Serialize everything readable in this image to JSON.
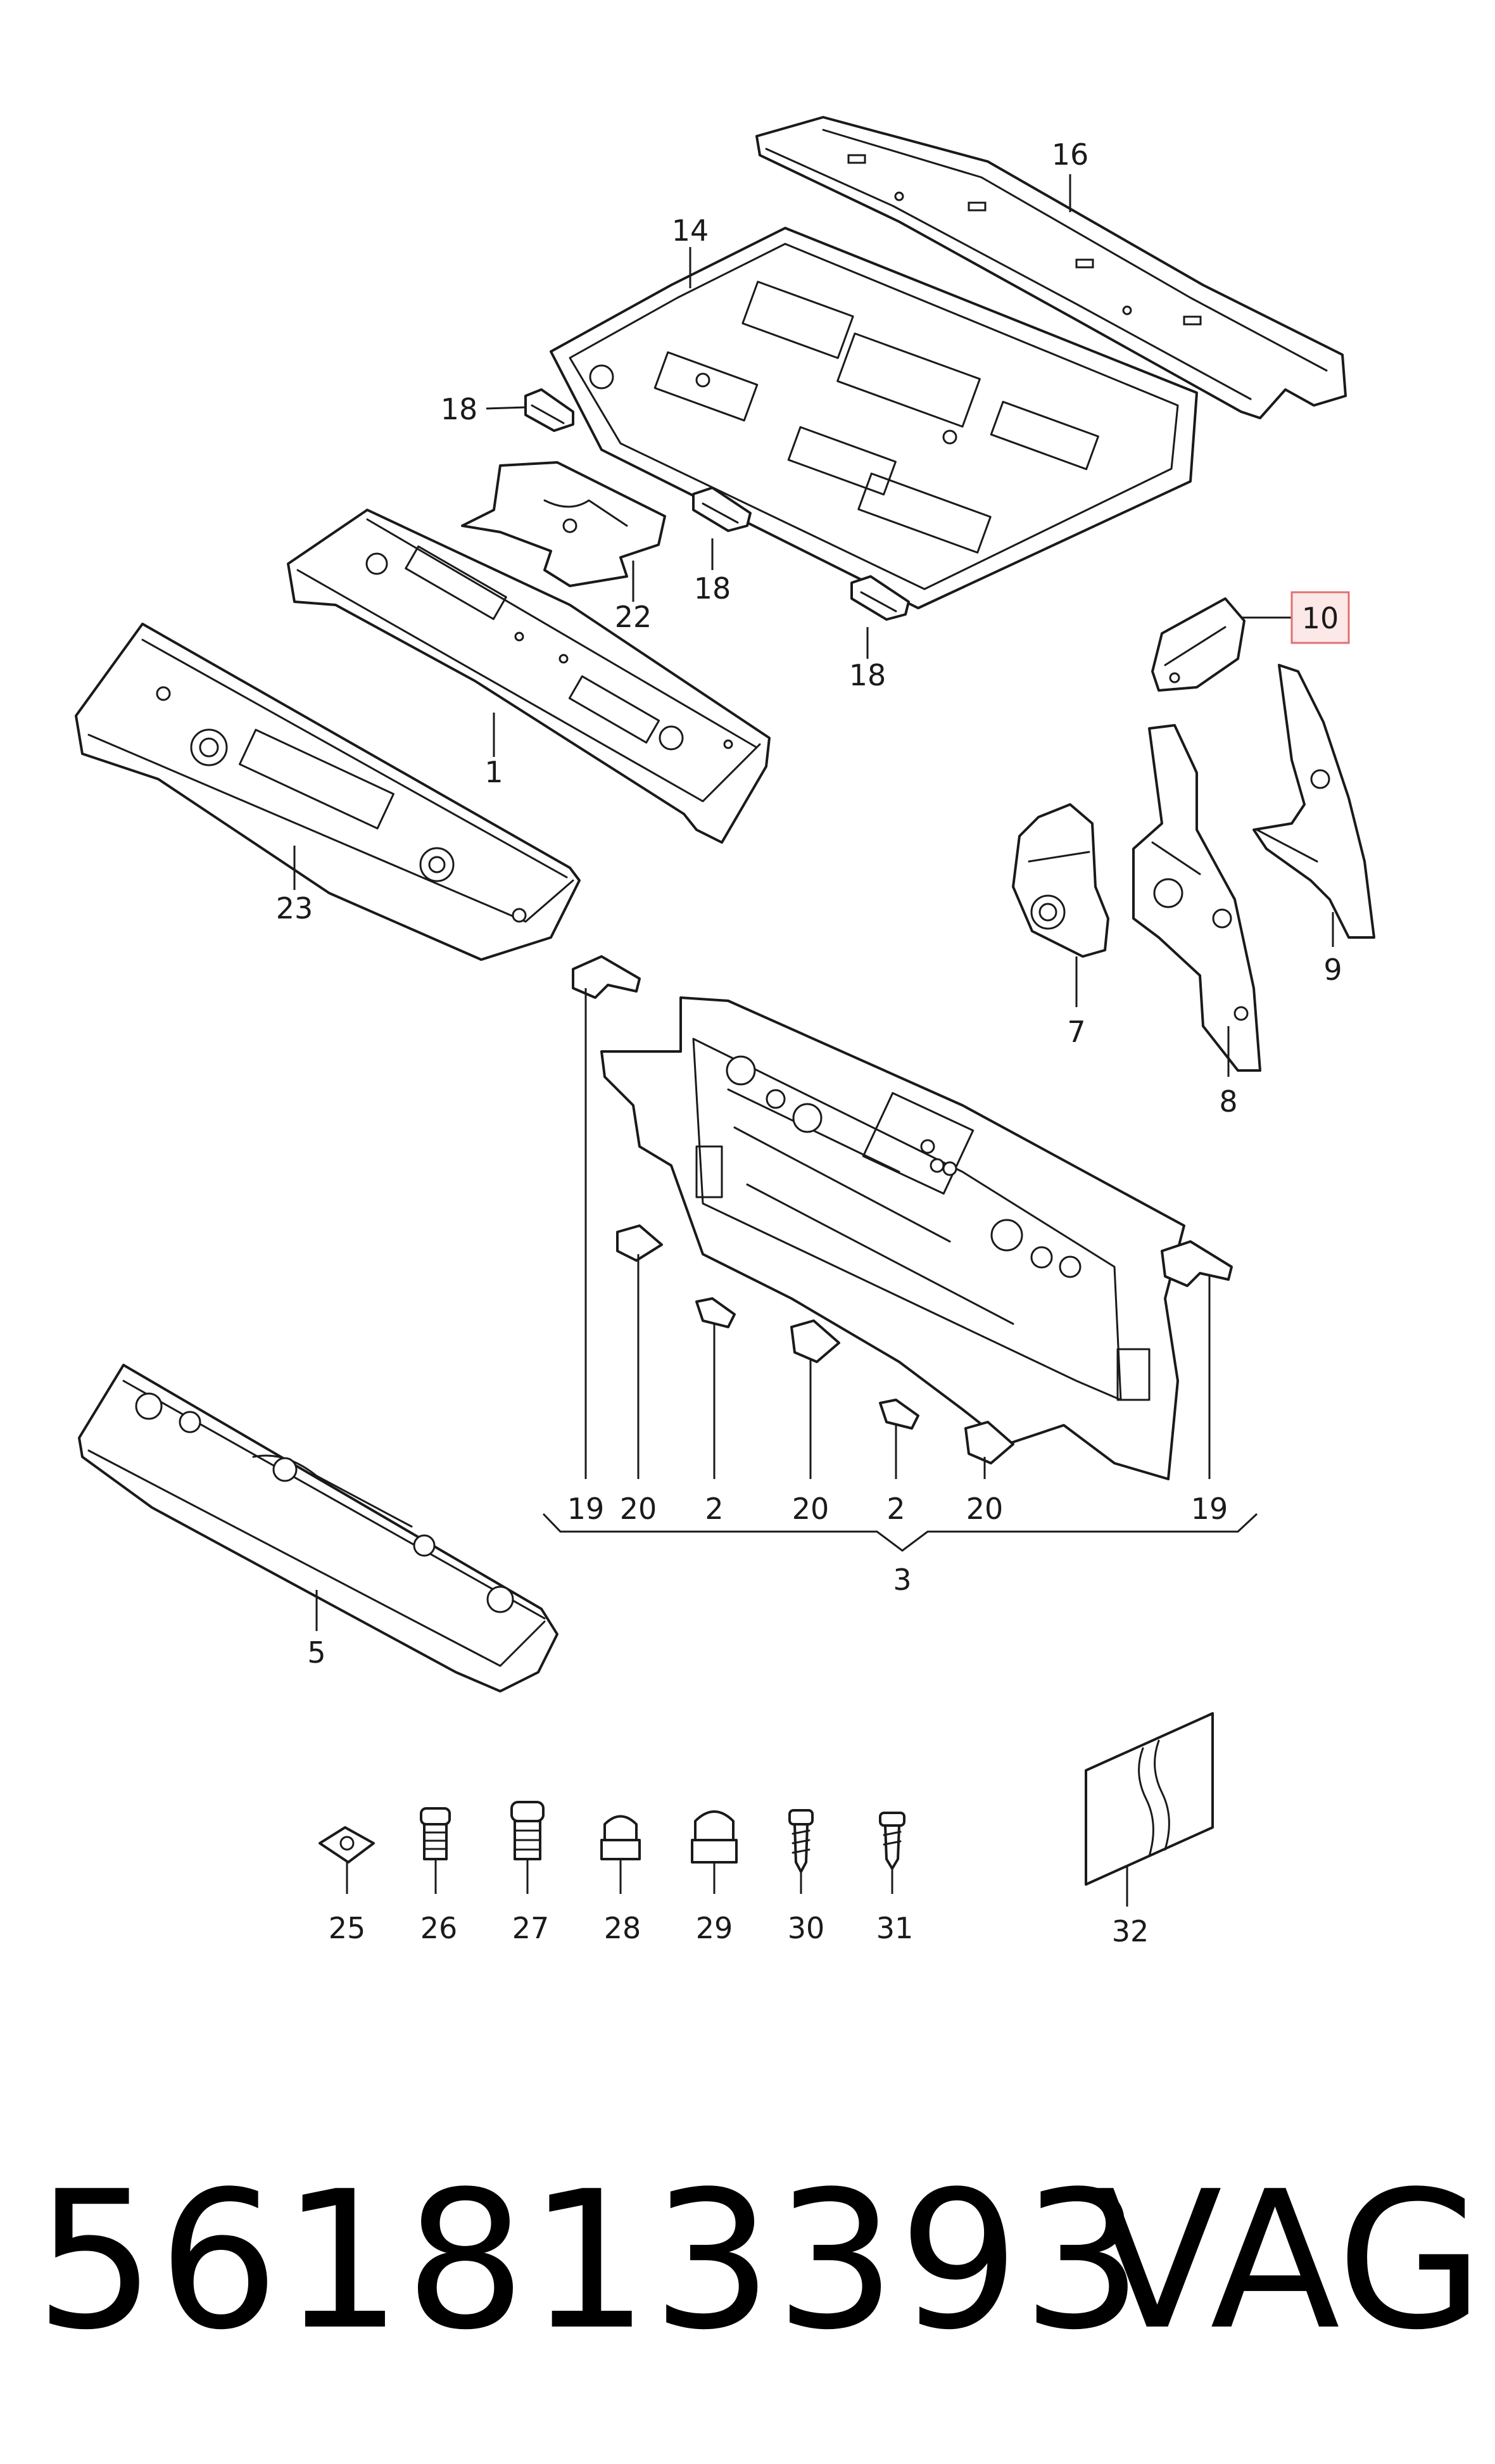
{
  "callouts": {
    "c1": "1",
    "c2a": "2",
    "c2b": "2",
    "c3": "3",
    "c5": "5",
    "c7": "7",
    "c8": "8",
    "c9": "9",
    "c10": "10",
    "c14": "14",
    "c16": "16",
    "c18a": "18",
    "c18b": "18",
    "c18c": "18",
    "c19a": "19",
    "c19b": "19",
    "c20a": "20",
    "c20b": "20",
    "c20c": "20",
    "c22": "22",
    "c23": "23",
    "c25": "25",
    "c26": "26",
    "c27": "27",
    "c28": "28",
    "c29": "29",
    "c30": "30",
    "c31": "31",
    "c32": "32"
  },
  "highlight": {
    "callout": "10",
    "fill": "#fde8e8",
    "stroke": "#e07070"
  },
  "footer": {
    "part_number": "561813393",
    "brand": "VAG"
  }
}
